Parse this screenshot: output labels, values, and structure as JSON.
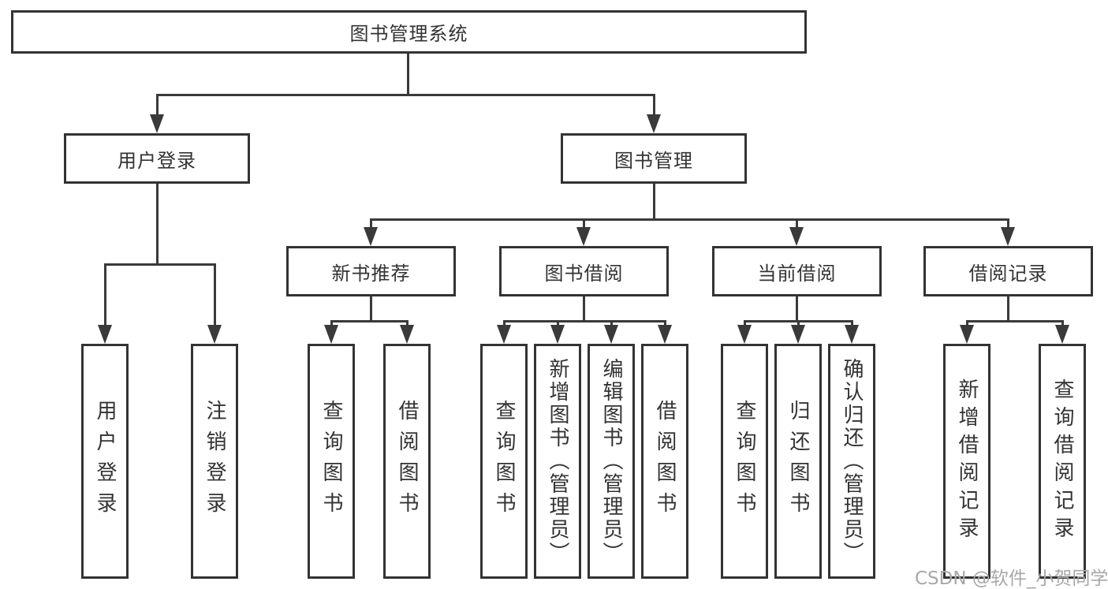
{
  "diagram": {
    "root": {
      "label": "图书管理系统"
    },
    "level2": [
      {
        "label": "用户登录"
      },
      {
        "label": "图书管理"
      }
    ],
    "level3": [
      {
        "label": "新书推荐"
      },
      {
        "label": "图书借阅"
      },
      {
        "label": "当前借阅"
      },
      {
        "label": "借阅记录"
      }
    ],
    "leaves": {
      "user_login": [
        {
          "label": "用户登录"
        },
        {
          "label": "注销登录"
        }
      ],
      "new_book_recommendation": [
        {
          "label": "查询图书"
        },
        {
          "label": "借阅图书"
        }
      ],
      "book_borrowing": [
        {
          "label": "查询图书"
        },
        {
          "label": "新增图书（管理员）"
        },
        {
          "label": "编辑图书（管理员）"
        },
        {
          "label": "借阅图书"
        }
      ],
      "current_borrowing": [
        {
          "label": "查询图书"
        },
        {
          "label": "归还图书"
        },
        {
          "label": "确认归还（管理员）"
        }
      ],
      "borrowing_records": [
        {
          "label": "新增借阅记录"
        },
        {
          "label": "查询借阅记录"
        }
      ]
    },
    "watermark": "CSDN @软件_小贺同学",
    "colors": {
      "line": "#3a3a3a",
      "border": "#333333",
      "text": "#333333",
      "watermark": "#a8a8a8",
      "background": "#ffffff"
    }
  }
}
